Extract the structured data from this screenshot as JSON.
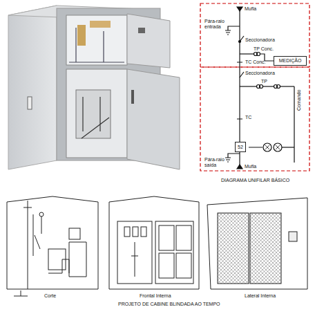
{
  "diagram": {
    "caption": "PROJETO DE CABINE BLINDADA AO TEMPO",
    "nodes": [
      {
        "text": [
          "MEDIÇÃO"
        ]
      },
      {
        "text": [
          "52"
        ]
      }
    ],
    "labels": [
      "Mufla",
      "Pára-raio entrada",
      "Seccionadora",
      "TP Conc.",
      "TC Conc.",
      "Seccionadora",
      "TP",
      "TC",
      "Comando",
      "Pára-raio saída",
      "Mufla",
      "DIAGRAMA UNIFILAR BÁSICO",
      "Corte",
      "Frontal Interna",
      "Lateral Interna"
    ]
  }
}
